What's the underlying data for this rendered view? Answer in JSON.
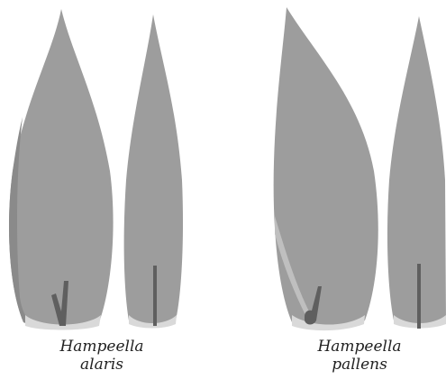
{
  "colors": {
    "background": "#ffffff",
    "leaf_fill": "#9d9d9d",
    "leaf_shade": "#8a8a8a",
    "leaf_light": "#bfbfbf",
    "leaf_base_light": "#d9d9d9",
    "midrib": "#5f5f5f",
    "caption_text": "#222222"
  },
  "specimens": [
    {
      "genus": "Hampeella",
      "species": "alaris",
      "leaves": [
        "leaf-wide",
        "leaf-narrow"
      ]
    },
    {
      "genus": "Hampeella",
      "species": "pallens",
      "leaves": [
        "leaf-wide",
        "leaf-narrow"
      ]
    }
  ]
}
